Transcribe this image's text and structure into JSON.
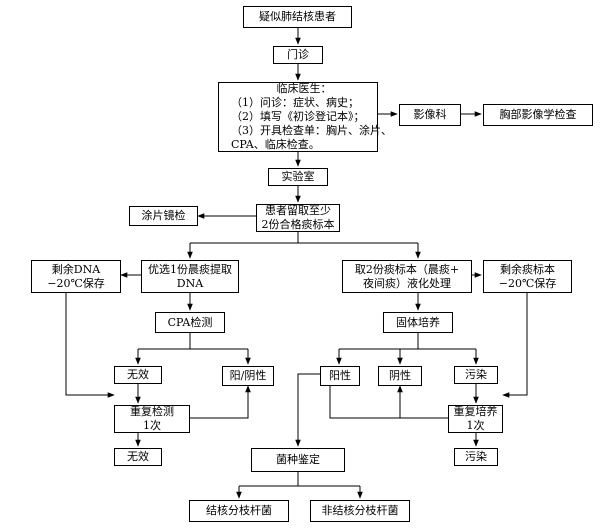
{
  "nodes": {
    "suspected_patient": "疑似肺结核患者",
    "outpatient": "门诊",
    "clinician": {
      "title": "临床医生：",
      "line1": "（1）问诊：症状、病史；",
      "line2": "（2）填写《初诊登记本》；",
      "line3": "（3）开具检查单：胸片、涂片、",
      "line4": "CPA、临床检查。"
    },
    "radiology": "影像科",
    "chest_imaging": "胸部影像学检查",
    "laboratory": "实验室",
    "sputum_collection": {
      "line1": "患者留取至少",
      "line2": "2份合格痰标本"
    },
    "smear_microscopy": "涂片镜检",
    "remaining_dna": {
      "line1": "剩余DNA",
      "line2": "−20℃保存"
    },
    "extract_dna": {
      "line1": "优选1份晨痰提取",
      "line2": "DNA"
    },
    "liquefaction": {
      "line1": "取2份痰标本（晨痰+",
      "line2": "夜间痰）液化处理"
    },
    "remaining_sputum": {
      "line1": "剩余痰标本",
      "line2": "−20℃保存"
    },
    "cpa_test": "CPA检测",
    "solid_culture": "固体培养",
    "invalid_1": "无效",
    "pos_neg_cpa": "阳/阴性",
    "positive": "阳性",
    "negative": "阴性",
    "contaminated_1": "污染",
    "retest": {
      "line1": "重复检测",
      "line2": "1次"
    },
    "reculture": {
      "line1": "重复培养",
      "line2": "1次"
    },
    "invalid_2": "无效",
    "contaminated_2": "污染",
    "species_id": "菌种鉴定",
    "mtb": "结核分枝杆菌",
    "ntm": "非结核分枝杆菌"
  }
}
